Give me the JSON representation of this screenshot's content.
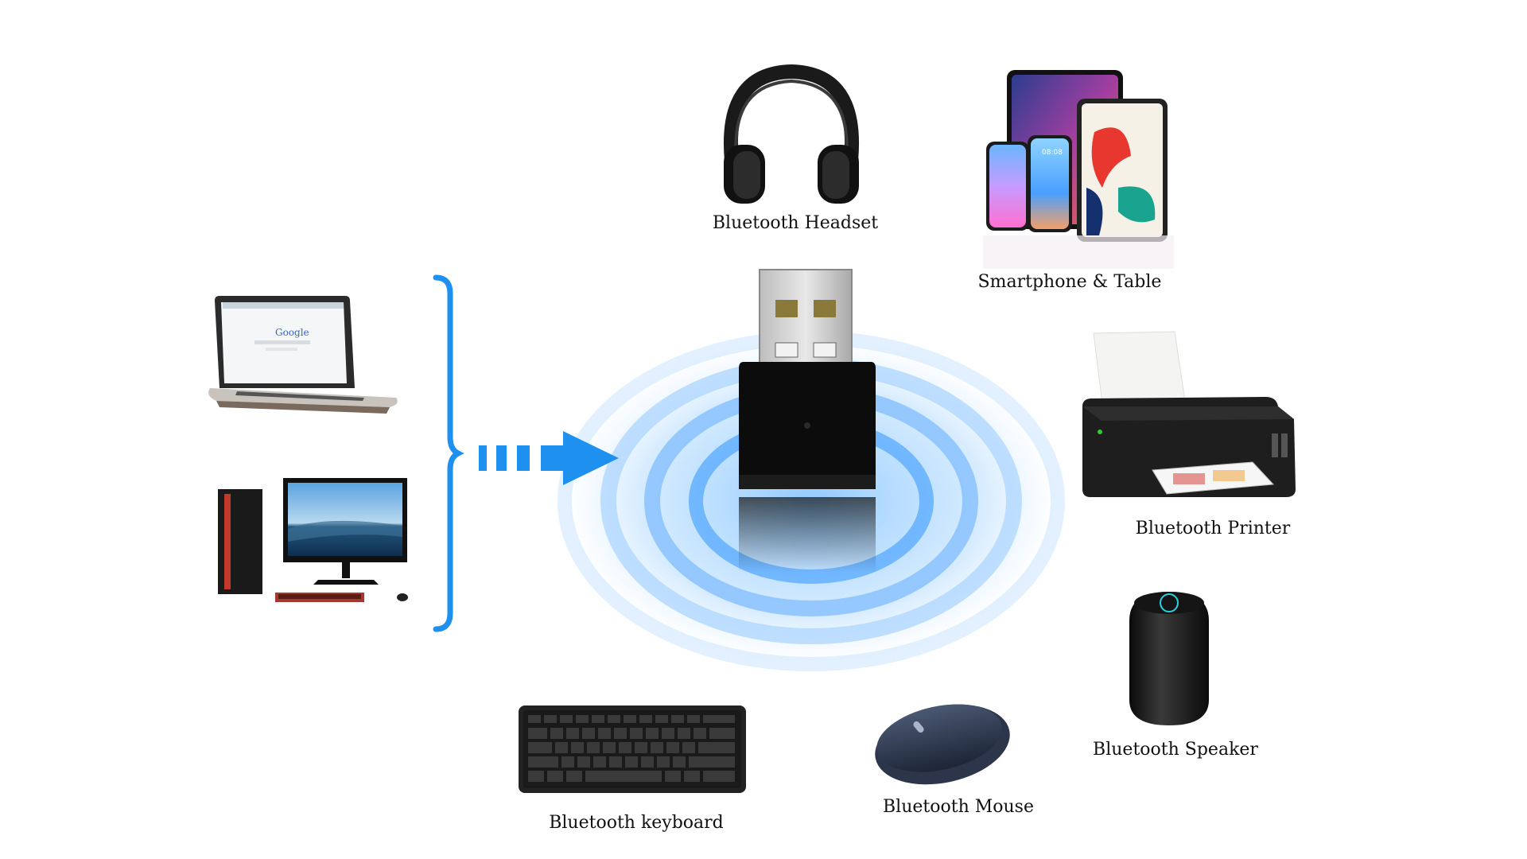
{
  "labels": {
    "headset": "Bluetooth Headset",
    "smartphone": "Smartphone & Table",
    "printer": "Bluetooth Printer",
    "speaker": "Bluetooth Speaker",
    "mouse": "Bluetooth Mouse",
    "keyboard": "Bluetooth keyboard"
  },
  "screen": {
    "search_brand": "Google",
    "phone_time": "08:08"
  },
  "colors": {
    "accent_blue": "#1e90f0",
    "wave_blue": "#3aa0ff",
    "dongle_black": "#0c0c0c",
    "text": "#111111"
  },
  "icons": [
    "laptop-icon",
    "desktop-pc-icon",
    "bracket-icon",
    "dashed-arrow-icon",
    "usb-dongle-icon",
    "headset-icon",
    "smartphone-tablet-icon",
    "printer-icon",
    "speaker-icon",
    "mouse-icon",
    "keyboard-icon"
  ]
}
